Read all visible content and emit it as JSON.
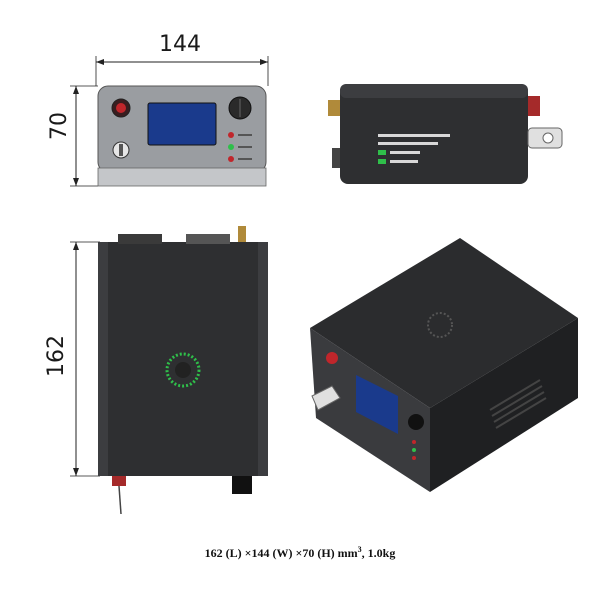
{
  "dimensions": {
    "width": "144",
    "height": "70",
    "length": "162"
  },
  "caption": {
    "main": "162 (L) ×144 (W) ×70 (H) mm",
    "sup": "3",
    "tail": ", 1.0kg"
  },
  "colors": {
    "body": "#2e2f31",
    "body_dark": "#1f2022",
    "panel": "#9a9da1",
    "screen": "#1a3a8c",
    "led_red": "#c0262b",
    "led_green": "#2fbf4a"
  }
}
